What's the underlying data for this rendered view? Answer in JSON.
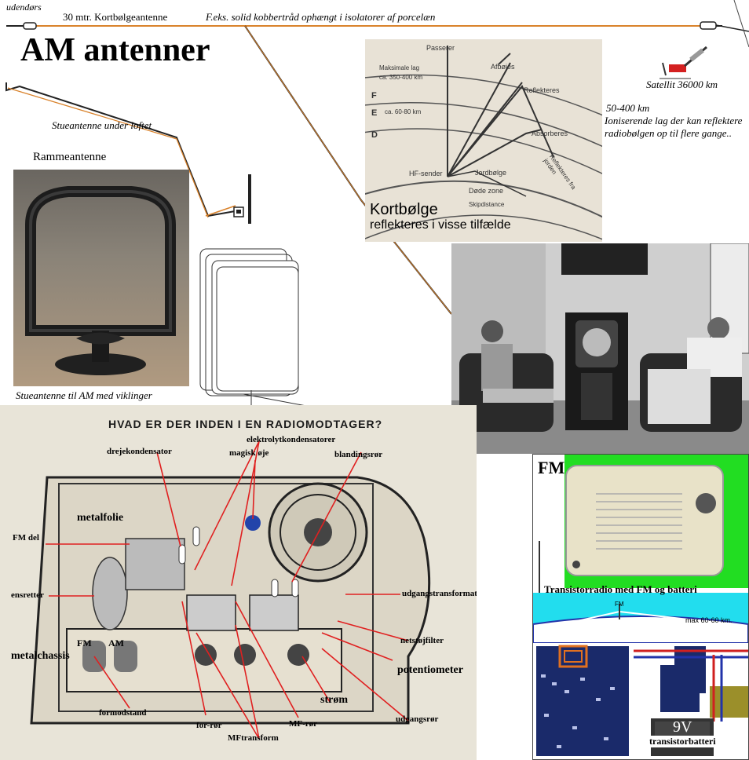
{
  "top": {
    "outdoor_label": "udendørs",
    "antenna_label": "30 mtr. Kortbølgeantenne",
    "wire_label": "F.eks. solid kobbertråd ophængt i isolatorer af porcelæn"
  },
  "title": "AM antenner",
  "indoor": {
    "ceiling_label": "Stueantenne under loftet",
    "loop_label": "Rammeantenne",
    "coil_label": "Stueantenne til AM med viklinger"
  },
  "satellite": {
    "label": "Satellit 36000 km",
    "ionosphere_range": "50-400 km",
    "ionosphere_text": "Ioniserende lag der kan reflektere radiobølgen op til flere gange.."
  },
  "shortwave": {
    "line1": "Kortbølge",
    "line2": "reflekteres i visse tilfælde",
    "diagram": {
      "passerer": "Passerer",
      "afboejes": "Afbøjes",
      "layer_top": "Maksimale lag",
      "layer_top_range": "ca. 350-400 km",
      "layer_mid_range": "ca. 60-80 km",
      "reflekteres": "Reflekteres",
      "absorberes": "Absorberes",
      "layer_f": "F",
      "layer_e": "E",
      "layer_d": "D",
      "hf_sender": "HF-sender",
      "jordboelge": "Jordbølge",
      "doede_zone": "Døde zone",
      "reflekteres_jorden": "Reflekteres fra jorden",
      "skipdistance": "Skipdistance"
    }
  },
  "radio": {
    "heading": "HVAD ER DER INDEN I EN RADIOMODTAGER?",
    "callouts": {
      "drejekondensator": "drejekondensator",
      "elektrolyt": "elektrolytkondensatorer",
      "magisk_oeje": "magisk øje",
      "blandingsroer": "blandingsrør",
      "metalfolie": "metalfolie",
      "fm_del": "FM del",
      "ensretter": "ensretter",
      "udgangstransformator": "udgangstransformator",
      "netstoejfilter": "netstøjfilter",
      "metalchassis": "metalchassis",
      "fm": "FM",
      "am": "AM",
      "potentiometer": "potentiometer",
      "strom": "strøm",
      "formodstand": "formodstand",
      "for_roer": "for-rør",
      "mf_roer": "MF-rør",
      "udgangsroer": "udgangsrør",
      "mftransform": "MFtransform"
    }
  },
  "fm": {
    "label": "FM",
    "caption": "Transistorradio med FM og batteri",
    "range": "max 60-60 km.",
    "mast_label": "FM",
    "battery": "9V",
    "battery_label": "transistorbatteri"
  },
  "colors": {
    "antenna_wire": "#d9822b",
    "callout_line": "#e02020",
    "fm_green": "#22dd22",
    "fm_cyan": "#22ddee",
    "paper": "#e8e2d6",
    "circuit_blue": "#1a2a6a"
  }
}
